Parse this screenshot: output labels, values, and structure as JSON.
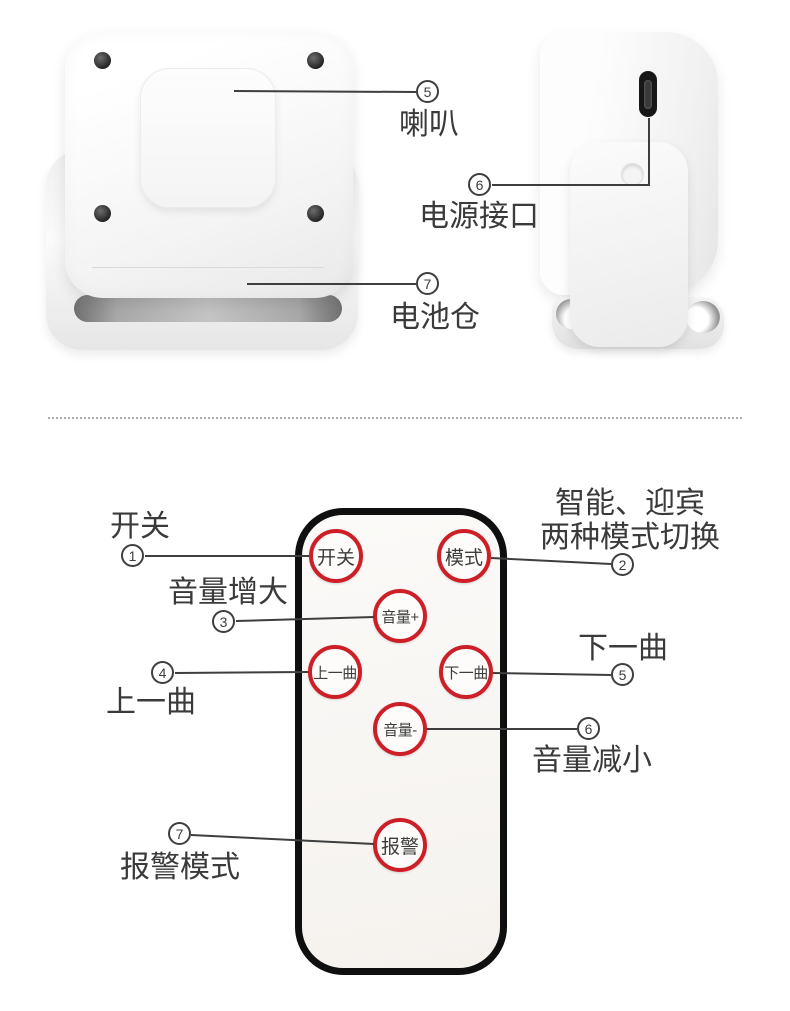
{
  "colors": {
    "accent_red": "#cc1f27",
    "line_and_text": "#3a3a3a",
    "remote_border": "#0f0f0f",
    "background": "#ffffff"
  },
  "top": {
    "callouts": {
      "speaker": {
        "num": "5",
        "label": "喇叭"
      },
      "power_port": {
        "num": "6",
        "label": "电源接口"
      },
      "battery": {
        "num": "7",
        "label": "电池仓"
      }
    }
  },
  "remote": {
    "buttons": {
      "power": "开关",
      "mode": "模式",
      "vol_up": "音量+",
      "prev": "上一曲",
      "next": "下一曲",
      "vol_down": "音量-",
      "alarm": "报警"
    },
    "callouts": {
      "power": {
        "num": "1",
        "label": "开关"
      },
      "mode": {
        "num": "2",
        "label_line1": "智能、迎宾",
        "label_line2": "两种模式切换"
      },
      "vol_up": {
        "num": "3",
        "label": "音量增大"
      },
      "prev": {
        "num": "4",
        "label": "上一曲"
      },
      "next": {
        "num": "5",
        "label": "下一曲"
      },
      "vol_down": {
        "num": "6",
        "label": "音量减小"
      },
      "alarm": {
        "num": "7",
        "label": "报警模式"
      }
    }
  }
}
